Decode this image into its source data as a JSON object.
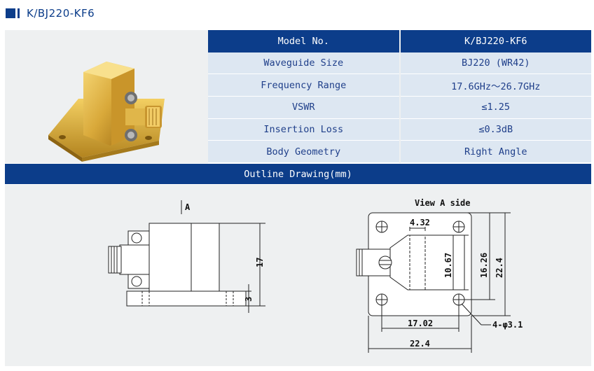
{
  "header": {
    "title": "K/BJ220-KF6"
  },
  "specs": {
    "header": {
      "label": "Model No.",
      "value": "K/BJ220-KF6"
    },
    "rows": [
      {
        "label": "Waveguide Size",
        "value": "BJ220 (WR42)"
      },
      {
        "label": "Frequency Range",
        "value": "17.6GHz～26.7GHz"
      },
      {
        "label": "VSWR",
        "value": "≤1.25"
      },
      {
        "label": "Insertion Loss",
        "value": "≤0.3dB"
      },
      {
        "label": "Body Geometry",
        "value": "Right Angle"
      }
    ]
  },
  "outline": {
    "title": "Outline Drawing(mm)",
    "side": {
      "view_marker": "A",
      "dim_height": "17",
      "dim_flange": "3"
    },
    "front": {
      "view_label": "View A side",
      "dim_4_32": "4.32",
      "dim_10_67": "10.67",
      "dim_16_26": "16.26",
      "dim_22_4_v": "22.4",
      "dim_17_02": "17.02",
      "dim_22_4_h": "22.4",
      "holes": "4-φ3.1"
    }
  }
}
